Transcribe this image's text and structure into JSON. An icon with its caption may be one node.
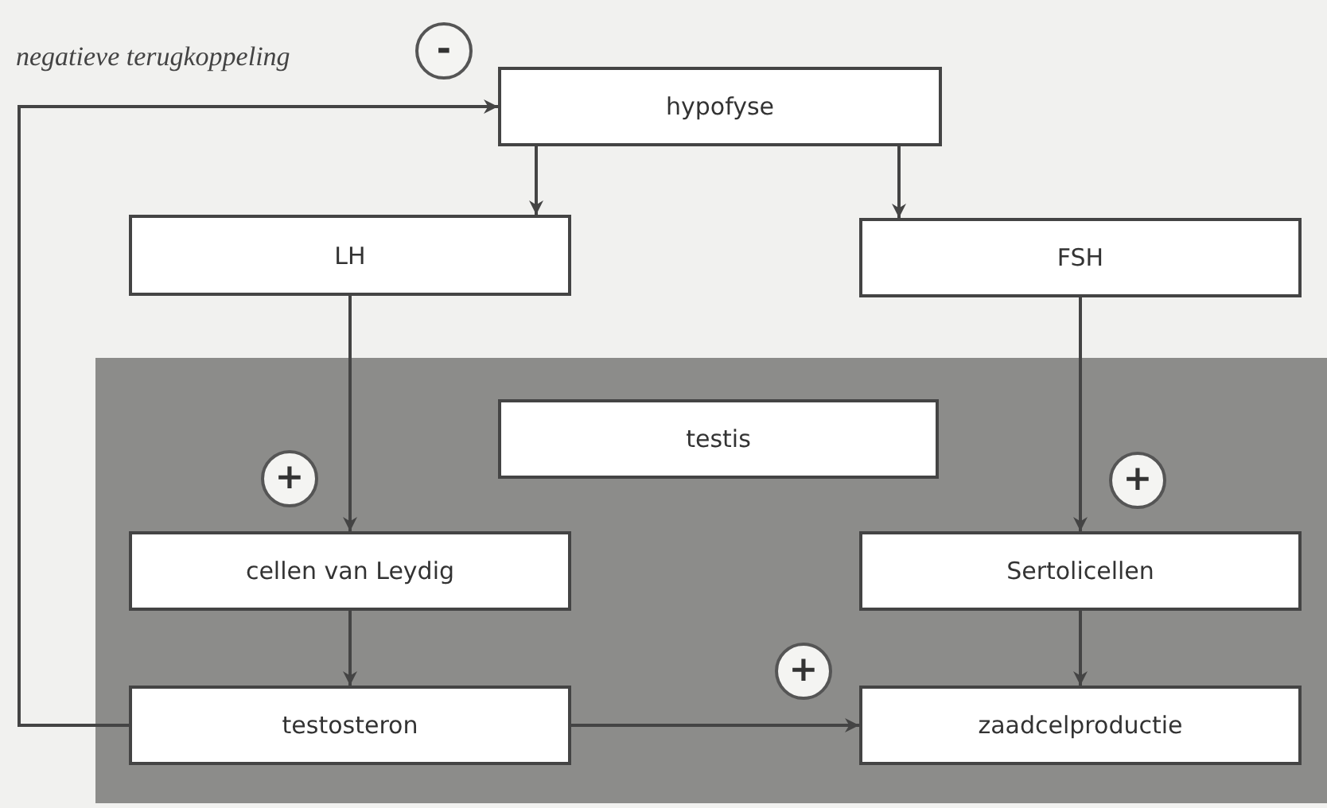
{
  "diagram": {
    "nodes": [
      {
        "text": [
          "hypofyse"
        ]
      },
      {
        "text": [
          "LH"
        ]
      },
      {
        "text": [
          "FSH"
        ]
      },
      {
        "text": [
          "testis"
        ]
      },
      {
        "text": [
          "cellen van Leydig"
        ]
      },
      {
        "text": [
          "Sertolicellen"
        ]
      },
      {
        "text": [
          "testosteron"
        ]
      },
      {
        "text": [
          "zaadcelproductie"
        ]
      },
      {
        "text": [
          "-"
        ]
      },
      {
        "text": [
          "+"
        ]
      },
      {
        "text": [
          "+"
        ]
      },
      {
        "text": [
          "+"
        ]
      }
    ],
    "edges": [
      {
        "from": 6,
        "to": 0,
        "arrow": "to"
      },
      {
        "from": 0,
        "to": 1,
        "arrow": "to"
      },
      {
        "from": 0,
        "to": 2,
        "arrow": "to"
      },
      {
        "from": 1,
        "to": 4,
        "arrow": "to"
      },
      {
        "from": 2,
        "to": 5,
        "arrow": "to"
      },
      {
        "from": 4,
        "to": 6,
        "arrow": "to"
      },
      {
        "from": 5,
        "to": 7,
        "arrow": "to"
      },
      {
        "from": 6,
        "to": 7,
        "arrow": "to"
      }
    ],
    "labels": [
      "negatieve terugkoppeling"
    ]
  }
}
